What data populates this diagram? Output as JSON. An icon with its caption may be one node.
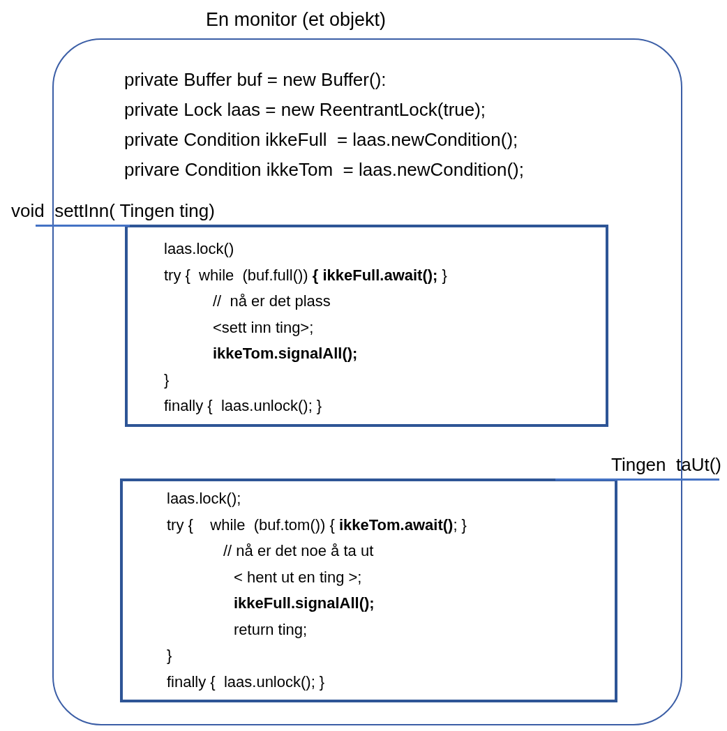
{
  "diagram": {
    "nodes": [
      {
        "text": [
          "En monitor (et objekt)",
          "private Buffer buf = new Buffer():",
          "private Lock laas = new ReentrantLock(true);",
          "private Condition ikkeFull  = laas.newCondition();",
          "privare Condition ikkeTom  = laas.newCondition();"
        ]
      },
      {
        "text": [
          "void  settInn( Tingen ting)",
          "laas.lock()",
          "try {  while  (buf.full()) **{ ikkeFull.await();** }",
          "//  nå er det plass",
          "<sett inn ting>;",
          "**ikkeTom.signalAll();**",
          "}",
          "finally {  laas.unlock(); }"
        ],
        "in": 0
      },
      {
        "text": [
          "Tingen  taUt()",
          "laas.lock();",
          "try {    while  (buf.tom()) { **ikkeTom.await()**; }",
          "// nå er det noe å ta ut",
          "< hent ut en ting >;",
          "**ikkeFull.signalAll();**",
          "return ting;",
          "}",
          "finally {  laas.unlock(); }"
        ],
        "in": 0
      }
    ]
  }
}
